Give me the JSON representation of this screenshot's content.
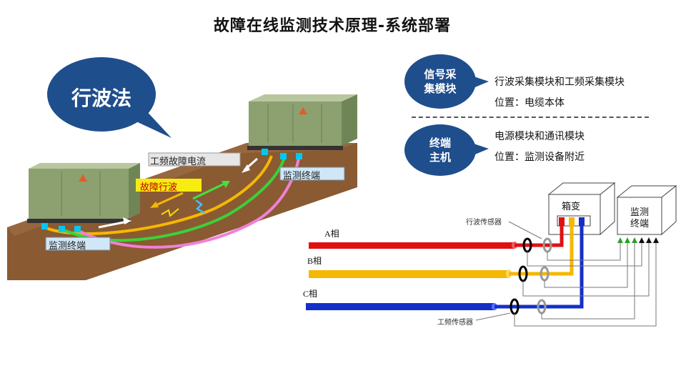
{
  "title": "故障在线监测技术原理-系统部署",
  "left_bubble": {
    "label": "行波法"
  },
  "scene": {
    "fault_current_label": "工频故障电流",
    "fault_wave_label": "故障行波",
    "terminal_right_label": "监测终端",
    "terminal_left_label": "监测终端"
  },
  "modules": [
    {
      "bubble": "信号采\n集模块",
      "line1": "行波采集模块和工频采集模块",
      "line2": "位置：电缆本体"
    },
    {
      "bubble": "终端\n主机",
      "line1": "电源模块和通讯模块",
      "line2": "位置：监测设备附近"
    }
  ],
  "schematic": {
    "box_transformer": "箱变",
    "box_terminal_1": "监测",
    "box_terminal_2": "终端",
    "phase_a": "A相",
    "phase_b": "B相",
    "phase_c": "C相",
    "wave_sensor": "行波传感器",
    "freq_sensor": "工频传感器"
  },
  "colors": {
    "bubble": "#1f4e8c",
    "phase_a": "#e01010",
    "phase_b": "#f5b800",
    "phase_c": "#1430c8"
  }
}
